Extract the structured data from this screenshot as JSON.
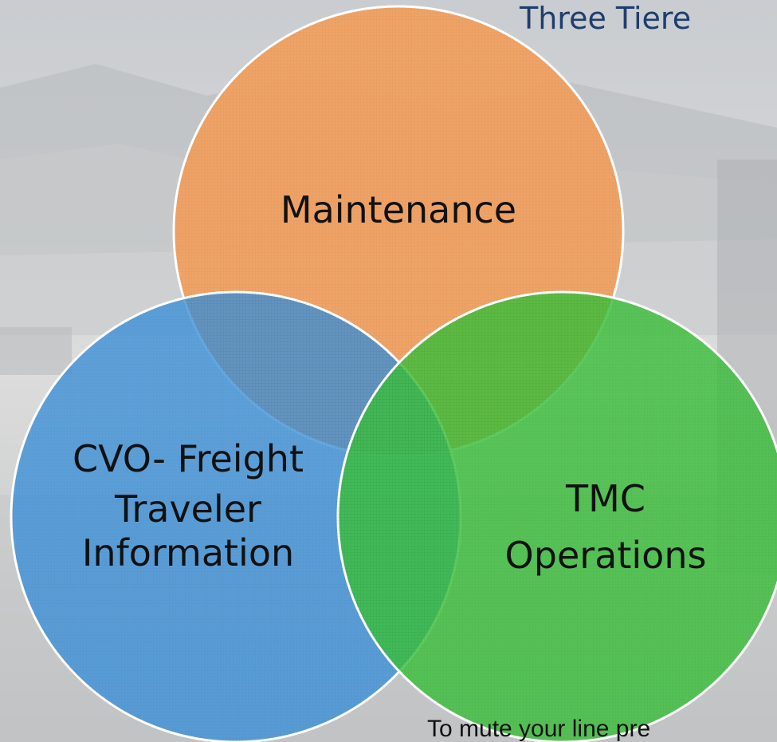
{
  "slide": {
    "title": "Three Tiere",
    "footer_note": "To mute your line pre"
  },
  "venn": {
    "sets": [
      {
        "id": "maintenance",
        "lines": [
          "Maintenance"
        ],
        "color": "#f0a060"
      },
      {
        "id": "cvo",
        "lines": [
          "CVO- Freight",
          "Traveler",
          "Information"
        ],
        "color": "#3a8fd8"
      },
      {
        "id": "tmc",
        "lines": [
          "TMC",
          "Operations"
        ],
        "color": "#3cbf3c"
      }
    ]
  },
  "colors": {
    "title": "#1f3d6e",
    "circle_border": "#ffffff",
    "background": "#d9dadb"
  }
}
